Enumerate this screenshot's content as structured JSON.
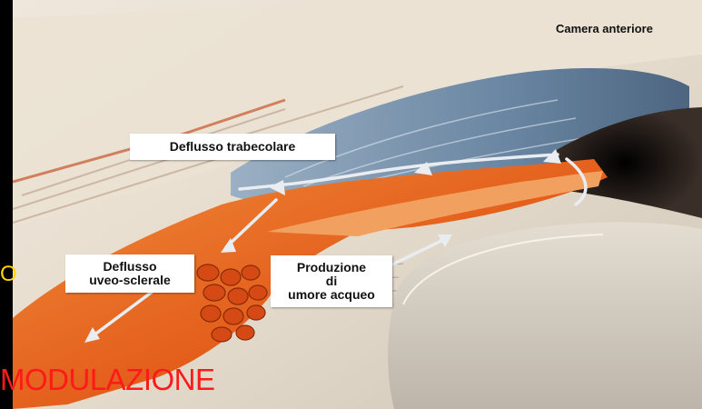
{
  "labels": {
    "anterior_chamber": "Camera anteriore",
    "trabecular_outflow": "Deflusso trabecolare",
    "uveoscleral_outflow": "Deflusso\nuveo-sclerale",
    "aqueous_production": "Produzione\ndi\numore acqueo"
  },
  "overlay": {
    "left_fragment": "O",
    "modulation": "MODULAZIONE",
    "left_color": "#ffd400",
    "modulation_color": "#ff1a1a"
  },
  "colors": {
    "background": "#000000",
    "tissue_orange": "#e8641e",
    "trabecular_blue": "#6f8aa6",
    "lens_grey": "#d8d2c8"
  }
}
